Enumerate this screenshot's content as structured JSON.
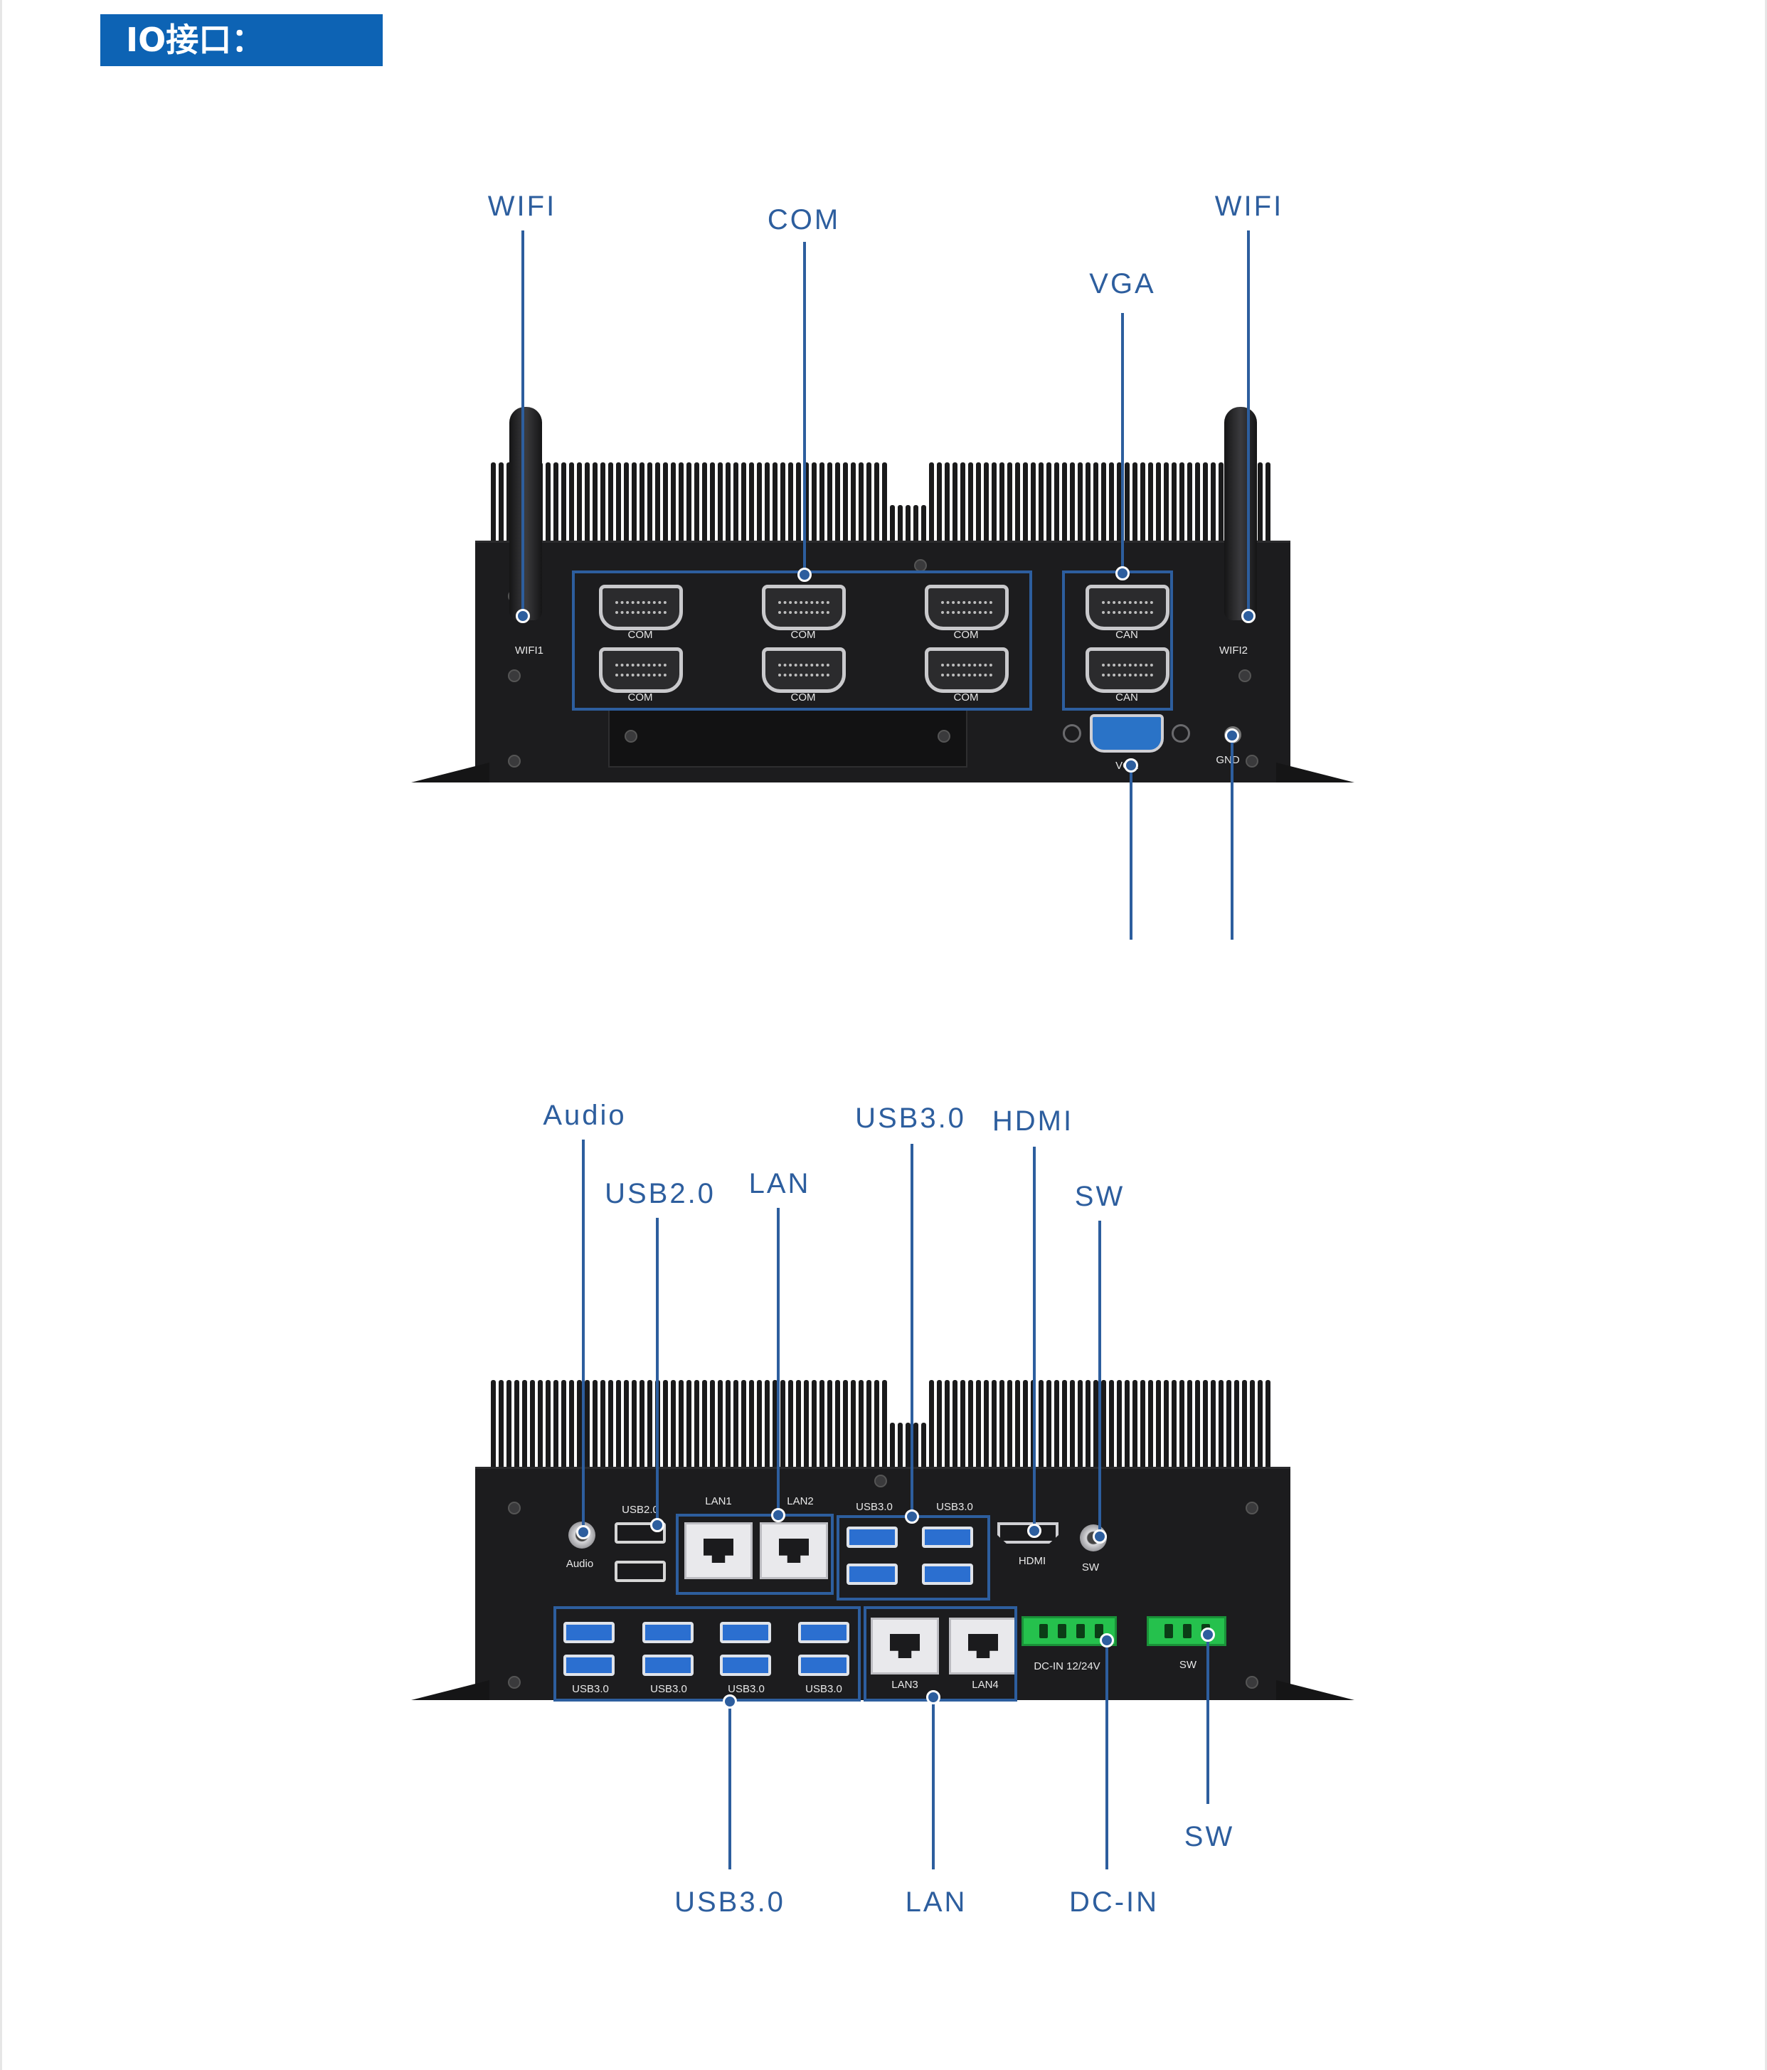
{
  "header": {
    "title": "IO接口："
  },
  "colors": {
    "banner": "#0d63b4",
    "callout": "#2d5e9e",
    "chassis": "#1c1c1e",
    "usb3_port": "#2b6fd0",
    "terminal_block": "#25c14d"
  },
  "front_panel": {
    "callouts": {
      "wifi_left": "WIFI",
      "com": "COM",
      "wifi_right": "WIFI",
      "vga": "VGA"
    },
    "port_labels": {
      "wifi1": "WIFI1",
      "wifi2": "WIFI2",
      "com": [
        "COM",
        "COM",
        "COM",
        "COM",
        "COM",
        "COM"
      ],
      "can": [
        "CAN",
        "CAN"
      ],
      "vga": "VGA",
      "gnd": "GND"
    }
  },
  "rear_panel": {
    "callouts": {
      "audio": "Audio",
      "usb20": "USB2.0",
      "lan_top": "LAN",
      "usb30_top": "USB3.0",
      "hdmi": "HDMI",
      "sw_top": "SW",
      "usb30_bottom": "USB3.0",
      "lan_bottom": "LAN",
      "dcin": "DC-IN",
      "sw_bottom": "SW"
    },
    "port_labels": {
      "audio": "Audio",
      "usb20": "USB2.0",
      "lan1": "LAN1",
      "lan2": "LAN2",
      "usb30_a": "USB3.0",
      "usb30_b": "USB3.0",
      "hdmi": "HDMI",
      "sw": "SW",
      "usb30_row": [
        "USB3.0",
        "USB3.0",
        "USB3.0",
        "USB3.0"
      ],
      "lan3": "LAN3",
      "lan4": "LAN4",
      "dcin": "DC-IN  12/24V",
      "sw_terminal": "SW"
    }
  }
}
